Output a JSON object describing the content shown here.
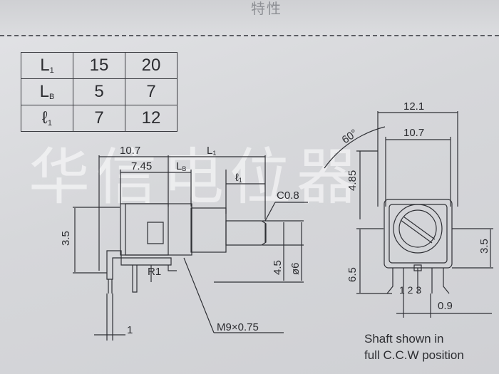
{
  "header": {
    "glyphs": "特性"
  },
  "watermark": "华信电位器",
  "table": {
    "rows": [
      {
        "sym": "L",
        "sub": "1",
        "a": "15",
        "b": "20"
      },
      {
        "sym": "L",
        "sub": "B",
        "a": "5",
        "b": "7"
      },
      {
        "sym": "ℓ",
        "sub": "1",
        "a": "7",
        "b": "12"
      }
    ]
  },
  "side_view": {
    "dim_10_7": "10.7",
    "dim_L1": "L",
    "dim_L1_sub": "1",
    "dim_7_45": "7.45",
    "dim_LB": "L",
    "dim_LB_sub": "B",
    "dim_l1": "ℓ",
    "dim_l1_sub": "1",
    "chamfer": "C0.8",
    "dim_3_5": "3.5",
    "dim_4_5": "4.5",
    "dim_dia6": "ø6",
    "radius": "R1",
    "dim_1": "1",
    "thread": "M9×0.75"
  },
  "front_view": {
    "angle": "60°",
    "dim_12_1": "12.1",
    "dim_10_7": "10.7",
    "dim_4_85": "4.85",
    "dim_3_5": "3.5",
    "dim_6_5": "6.5",
    "pins": "1 2 3",
    "dim_0_9": "0.9"
  },
  "caption": {
    "line1": "Shaft shown in",
    "line2": "full C.C.W position"
  }
}
